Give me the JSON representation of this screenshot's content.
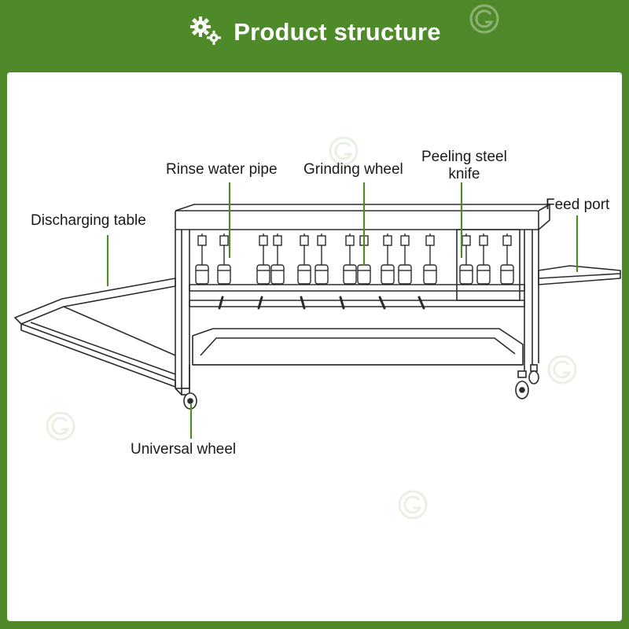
{
  "header": {
    "title": "Product structure",
    "icon": "gears-icon",
    "background_color": "#4e8a2a"
  },
  "labels": {
    "rinse_water_pipe": "Rinse water pipe",
    "grinding_wheel": "Grinding wheel",
    "peeling_steel_knife_line1": "Peeling steel",
    "peeling_steel_knife_line2": "knife",
    "feed_port": "Feed port",
    "discharging_table": "Discharging table",
    "universal_wheel": "Universal wheel"
  },
  "colors": {
    "leader_line": "#4e8a2a",
    "drawing_stroke": "#2b2b2b",
    "panel": "#ffffff"
  }
}
